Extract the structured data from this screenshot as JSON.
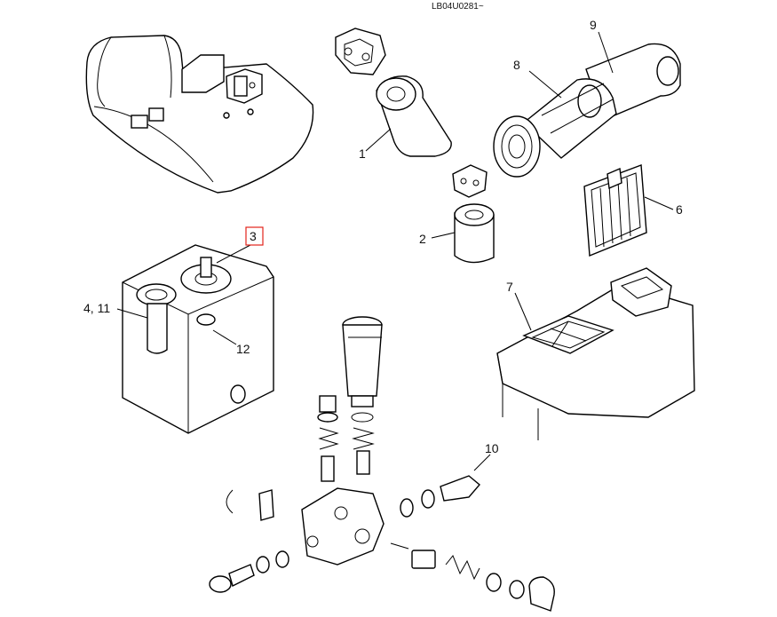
{
  "diagram": {
    "reference_code": "LB04U0281~",
    "highlight_color": "#e2231a",
    "callouts": {
      "c1": "1",
      "c2": "2",
      "c3": "3",
      "c411": "4, 11",
      "c6": "6",
      "c7": "7",
      "c8": "8",
      "c9": "9",
      "c10": "10",
      "c12": "12"
    },
    "selected_callout": "3"
  }
}
